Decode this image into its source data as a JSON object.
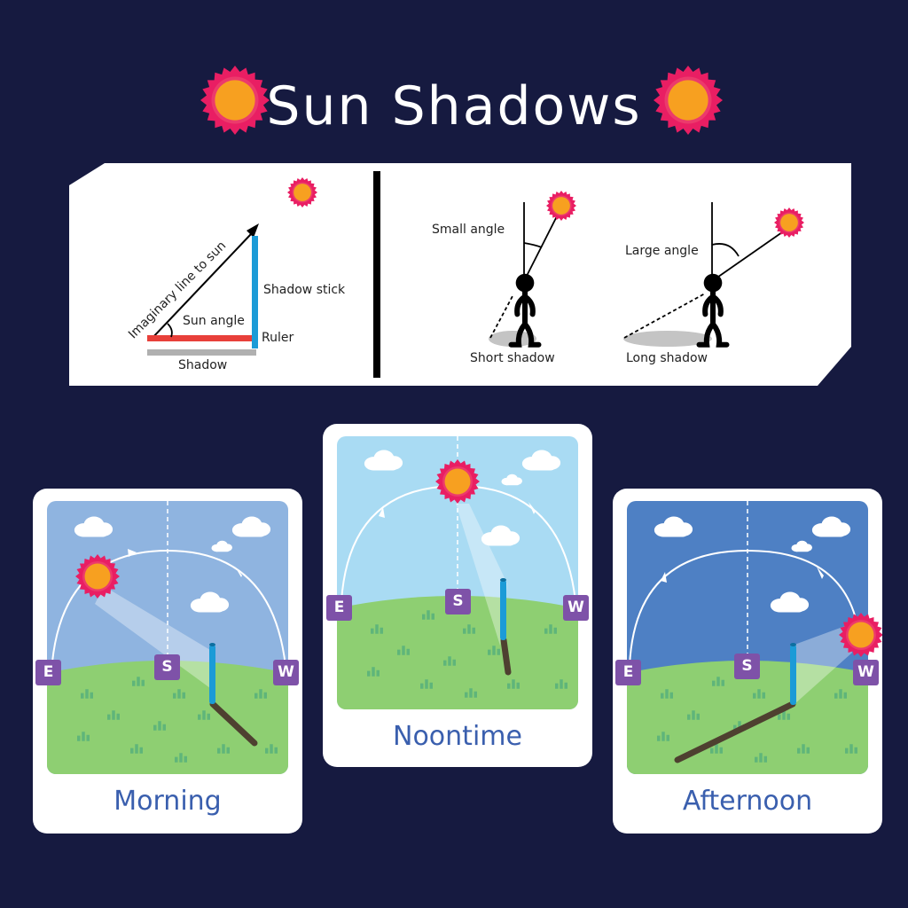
{
  "title": "Sun Shadows",
  "colors": {
    "background": "#161a40",
    "sun_outer": "#e91e63",
    "sun_inner": "#f7a020",
    "stick": "#1b9bd7",
    "ruler": "#e8403a",
    "shadow_gray": "#b5b5b5",
    "shadow_brown": "#4e4030",
    "grass": "#8ecf72",
    "compass_marker": "#7e52a8",
    "card_label": "#3a5fae"
  },
  "diagram_left": {
    "labels": {
      "line": "Imaginary line to sun",
      "angle": "Sun angle",
      "stick": "Shadow stick",
      "ruler": "Ruler",
      "shadow": "Shadow"
    }
  },
  "diagram_right": {
    "short": {
      "angle_label": "Small angle",
      "shadow_label": "Short shadow"
    },
    "long": {
      "angle_label": "Large angle",
      "shadow_label": "Long shadow"
    }
  },
  "cards": [
    {
      "label": "Morning",
      "sky": "#8fb4e0",
      "compass": {
        "east": "E",
        "south": "S",
        "west": "W"
      }
    },
    {
      "label": "Noontime",
      "sky": "#a9dbf3",
      "compass": {
        "east": "E",
        "south": "S",
        "west": "W"
      }
    },
    {
      "label": "Afternoon",
      "sky": "#4e80c4",
      "compass": {
        "east": "E",
        "south": "S",
        "west": "W"
      }
    }
  ]
}
